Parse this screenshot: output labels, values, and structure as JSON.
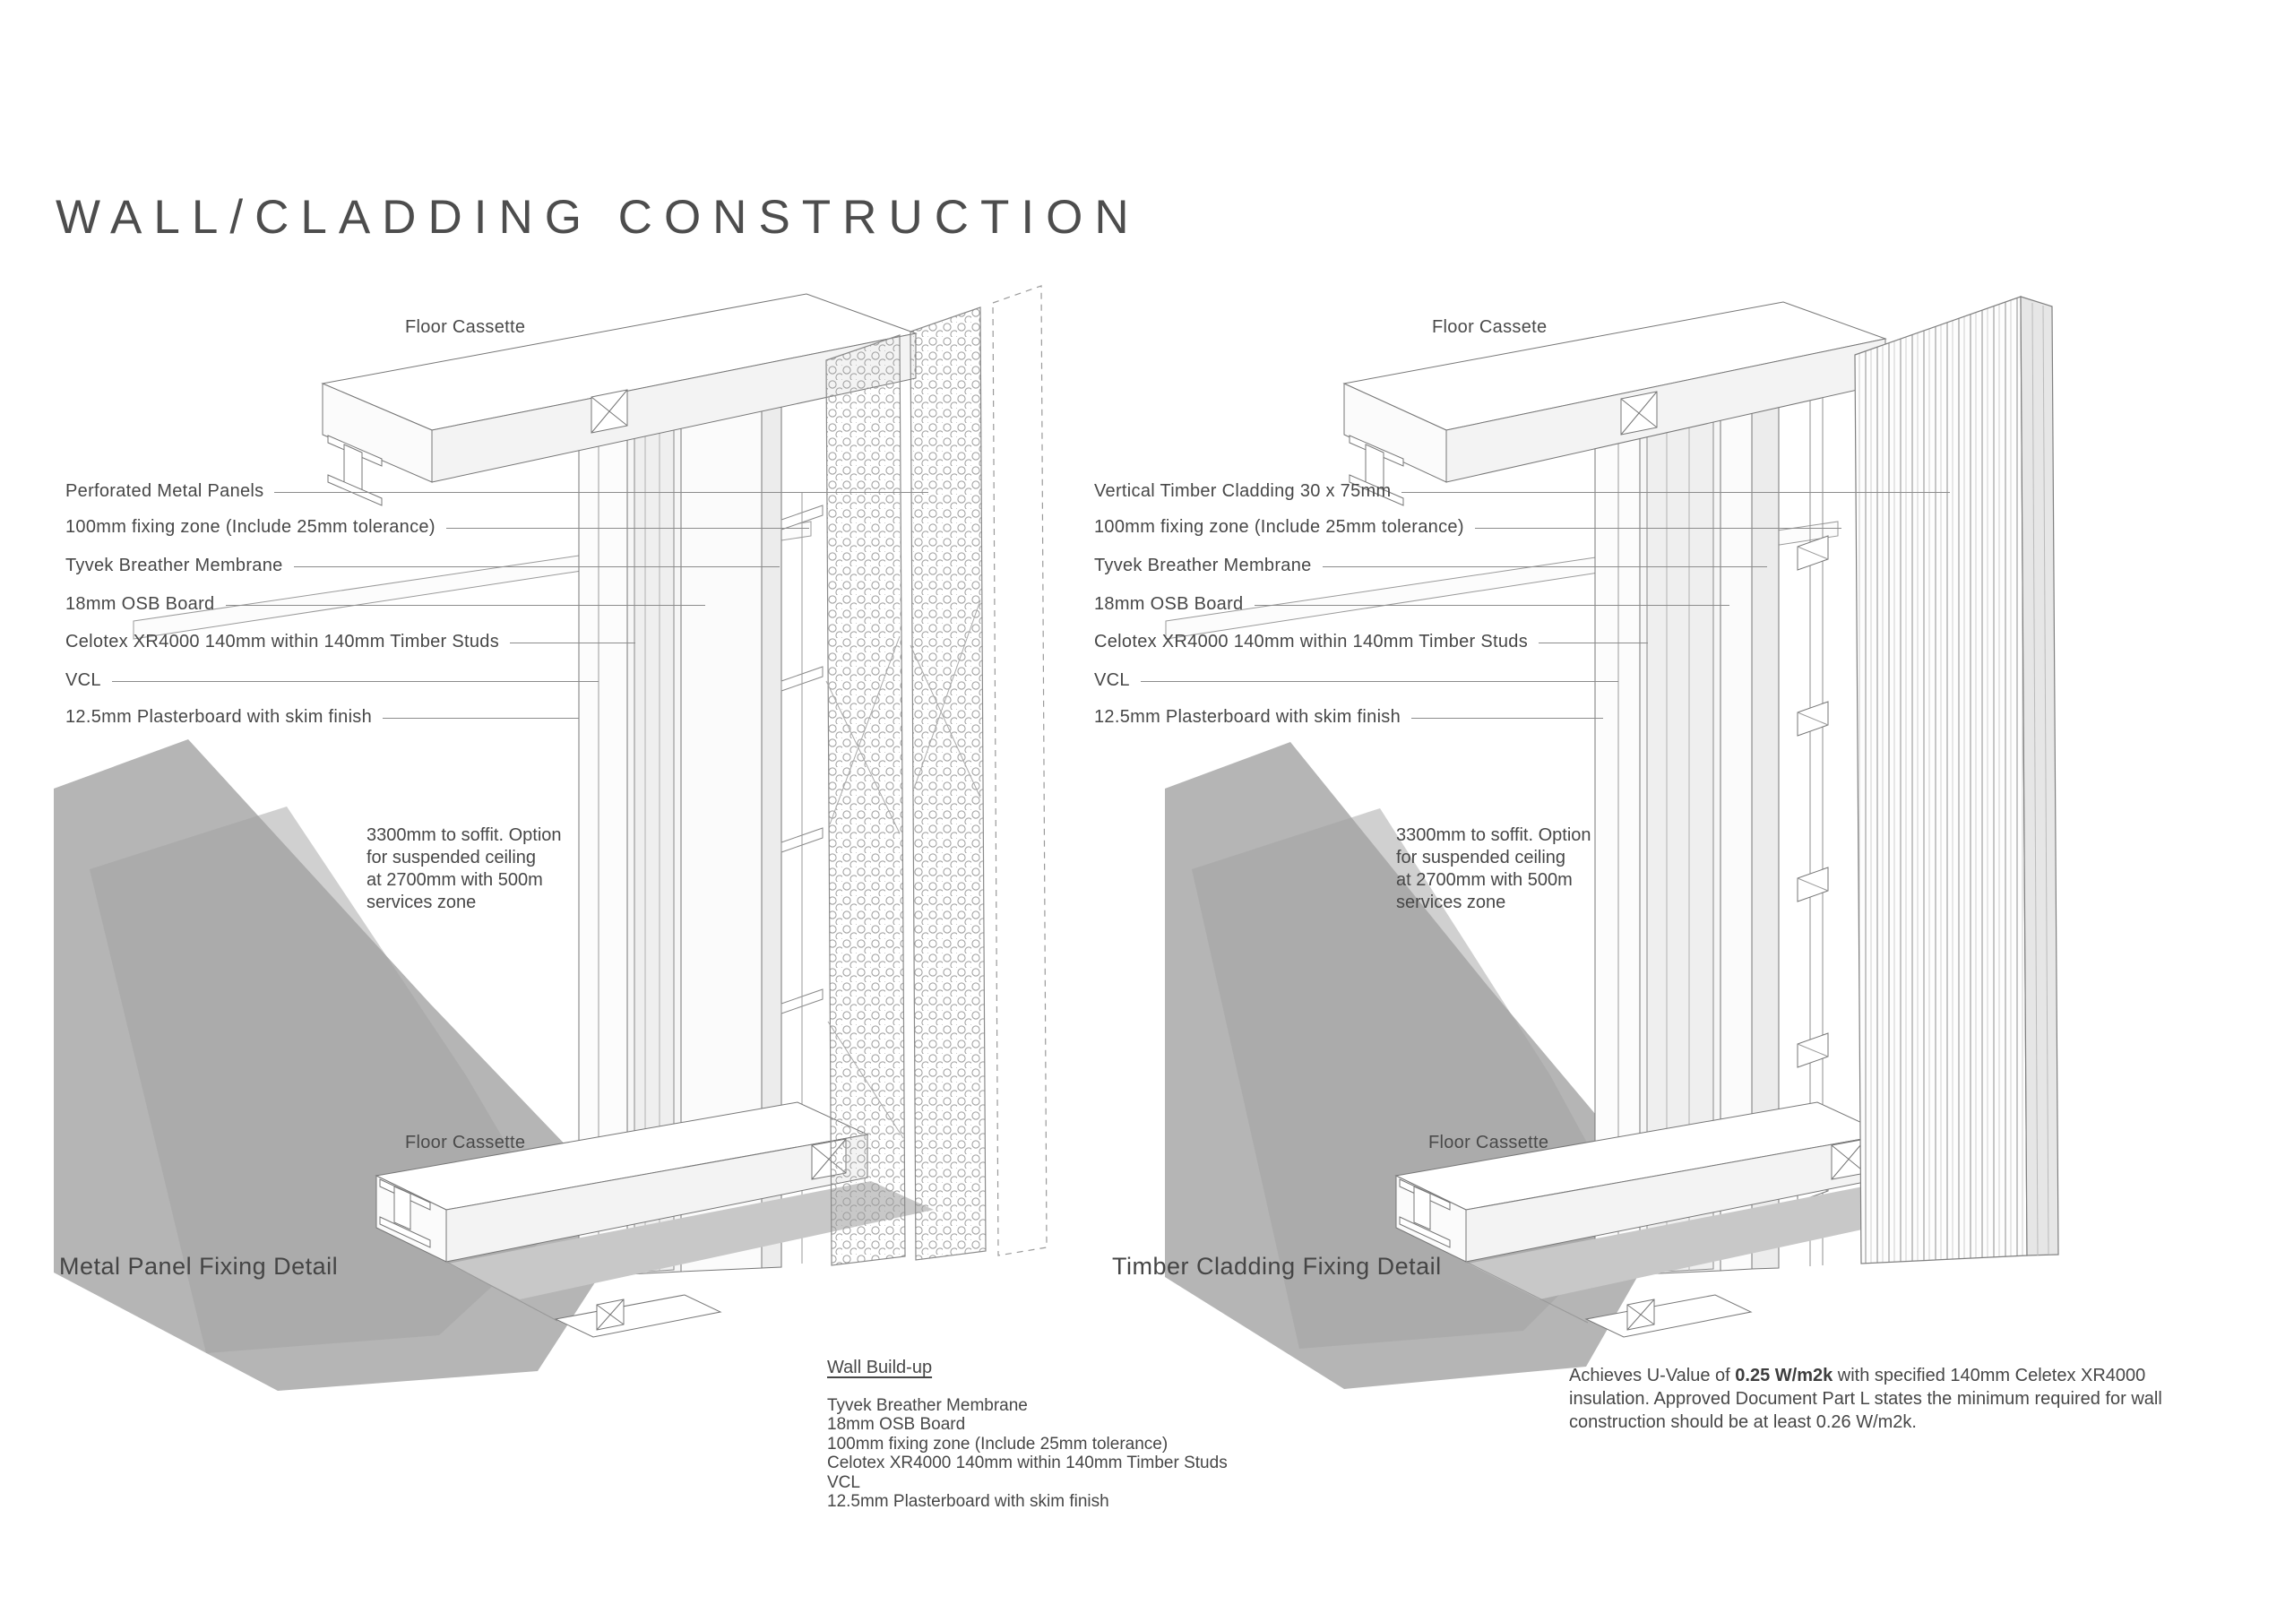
{
  "title": "WALL/CLADDING CONSTRUCTION",
  "left_diagram": {
    "caption": "Metal Panel Fixing Detail",
    "floor_cassette_top": "Floor Cassette",
    "floor_cassette_bottom": "Floor Cassette",
    "soffit_note": "3300mm to soffit. Option\nfor suspended ceiling\nat 2700mm with 500m\nservices zone",
    "labels": [
      "Perforated Metal Panels",
      "100mm fixing zone (Include 25mm tolerance)",
      "Tyvek Breather Membrane",
      "18mm OSB Board",
      "Celotex XR4000 140mm within 140mm Timber Studs",
      "VCL",
      "12.5mm Plasterboard with skim finish"
    ]
  },
  "right_diagram": {
    "caption": "Timber Cladding Fixing Detail",
    "floor_cassette_top": "Floor Cassete",
    "floor_cassette_bottom": "Floor Cassette",
    "soffit_note": "3300mm to soffit. Option\nfor suspended ceiling\nat 2700mm with 500m\nservices zone",
    "labels": [
      "Vertical Timber Cladding 30 x 75mm",
      "100mm fixing zone (Include 25mm tolerance)",
      "Tyvek Breather Membrane",
      "18mm OSB Board",
      "Celotex XR4000 140mm within 140mm Timber Studs",
      "VCL",
      "12.5mm Plasterboard with skim finish"
    ]
  },
  "wall_buildup": {
    "heading": "Wall Build-up",
    "items": [
      "Tyvek Breather Membrane",
      "18mm OSB Board",
      "100mm fixing zone (Include 25mm tolerance)",
      "Celotex XR4000 140mm within 140mm Timber Studs",
      "VCL",
      "12.5mm Plasterboard with skim finish"
    ]
  },
  "u_value_note": {
    "prefix": "Achieves U-Value of ",
    "bold": "0.25 W/m2k",
    "suffix": " with specified 140mm Celetex XR4000 insulation. Approved Document Part L states the minimum required for wall construction should be at least 0.26 W/m2k."
  },
  "colors": {
    "line": "#777777",
    "shadow": "#b5b5b5",
    "text": "#4a4a4a"
  }
}
